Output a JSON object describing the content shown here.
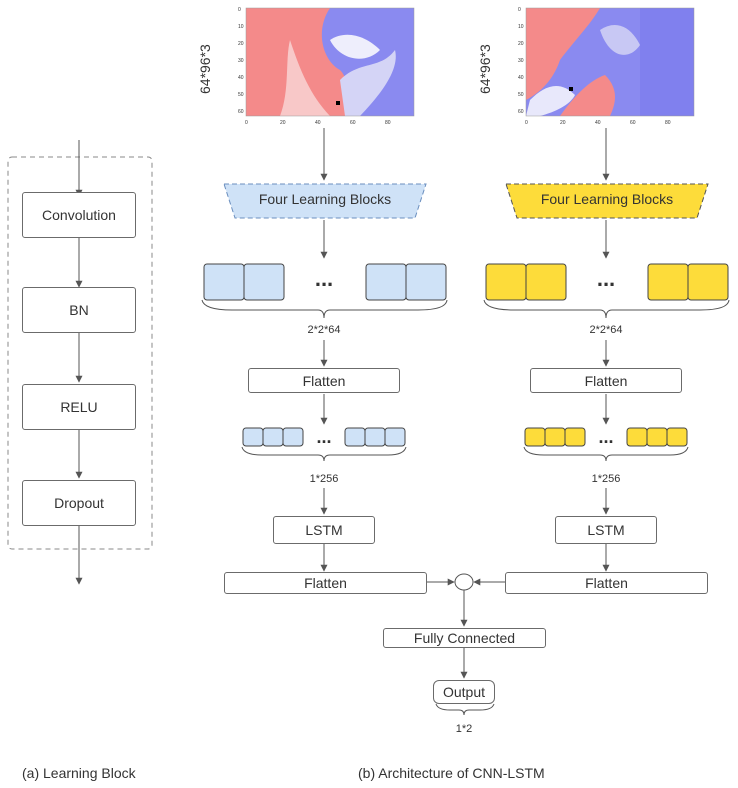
{
  "learning_block": {
    "steps": [
      "Convolution",
      "BN",
      "RELU",
      "Dropout"
    ],
    "caption": "(a) Learning Block"
  },
  "architecture": {
    "caption": "(b) Architecture of CNN-LSTM",
    "input_shape": "64*96*3",
    "blocks_label": "Four Learning Blocks",
    "ellipsis": "...",
    "shape_after_blocks": "2*2*64",
    "flatten_label": "Flatten",
    "shape_after_flatten": "1*256",
    "lstm_label": "LSTM",
    "fc_label": "Fully Connected",
    "output_label": "Output",
    "output_shape": "1*2",
    "colors": {
      "left_branch": "#cfe2f7",
      "right_branch": "#fddc3a",
      "heatmap_red": "#f48a8a",
      "heatmap_blue": "#8a8af0"
    },
    "heatmap_ticks": {
      "y": [
        "0",
        "10",
        "20",
        "30",
        "40",
        "50",
        "60"
      ],
      "x": [
        "0",
        "20",
        "40",
        "60",
        "80"
      ]
    }
  }
}
